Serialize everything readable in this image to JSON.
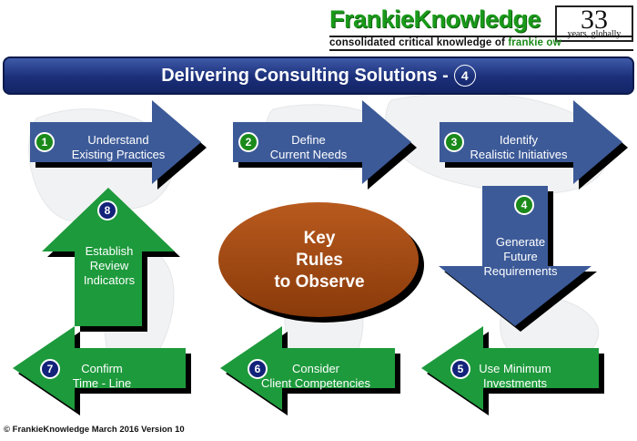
{
  "brand": {
    "name": "FrankieKnowledge",
    "badge_number": "33",
    "badge_caption": "years, globally",
    "tagline_main": "consolidated critical knowledge of ",
    "tagline_accent": "frankie ow"
  },
  "title": {
    "text": "Delivering Consulting Solutions -",
    "number": "4"
  },
  "center": {
    "lines": [
      "Key",
      "Rules",
      "to Observe"
    ]
  },
  "steps": [
    {
      "number": "1",
      "lines": [
        "Understand",
        "Existing Practices"
      ]
    },
    {
      "number": "2",
      "lines": [
        "Define",
        "Current Needs"
      ]
    },
    {
      "number": "3",
      "lines": [
        "Identify",
        "Realistic Initiatives"
      ]
    },
    {
      "number": "4",
      "lines": [
        "Generate",
        "Future",
        "Requirements"
      ]
    },
    {
      "number": "5",
      "lines": [
        "Use Minimum",
        "Investments"
      ]
    },
    {
      "number": "6",
      "lines": [
        "Consider",
        "Client Competencies"
      ]
    },
    {
      "number": "7",
      "lines": [
        "Confirm",
        "Time - Line"
      ]
    },
    {
      "number": "8",
      "lines": [
        "Establish",
        "Review",
        "Indicators"
      ]
    }
  ],
  "footer": "© FrankieKnowledge March 2016 Version 10",
  "colors": {
    "brand_green": "#1a9a1a",
    "arrow_blue": "#3c5a98",
    "arrow_green": "#1d9a3c",
    "center_brown": "#a24a12",
    "title_navy": "#1b2f79"
  }
}
